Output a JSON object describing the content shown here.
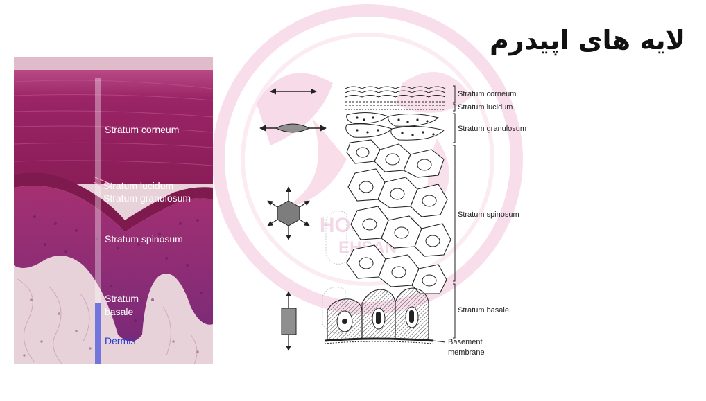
{
  "slide": {
    "title": "لایه های اپیدرم"
  },
  "watermark": {
    "text_top": "HOSNANI",
    "text_bottom": "EHSAN"
  },
  "histology": {
    "labels": {
      "corneum": "Stratum corneum",
      "lucidum": "Stratum lucidum",
      "granulosum": "Stratum granulosum",
      "spinosum": "Stratum spinosum",
      "basale_line1": "Stratum",
      "basale_line2": "basale",
      "dermis": "Dermis"
    }
  },
  "diagram": {
    "labels": {
      "corneum": "Stratum corneum",
      "lucidum": "Stratum lucidum",
      "granulosum": "Stratum granulosum",
      "spinosum": "Stratum spinosum",
      "basale": "Stratum basale",
      "basement_line1": "Basement",
      "basement_line2": "membrane"
    }
  },
  "colors": {
    "tissue_dark": "#8c1f5c",
    "tissue_mid": "#a83574",
    "tissue_light": "#e9d4dc",
    "watermark": "#f3c6dc",
    "dermis_label": "#2a3bd6"
  }
}
